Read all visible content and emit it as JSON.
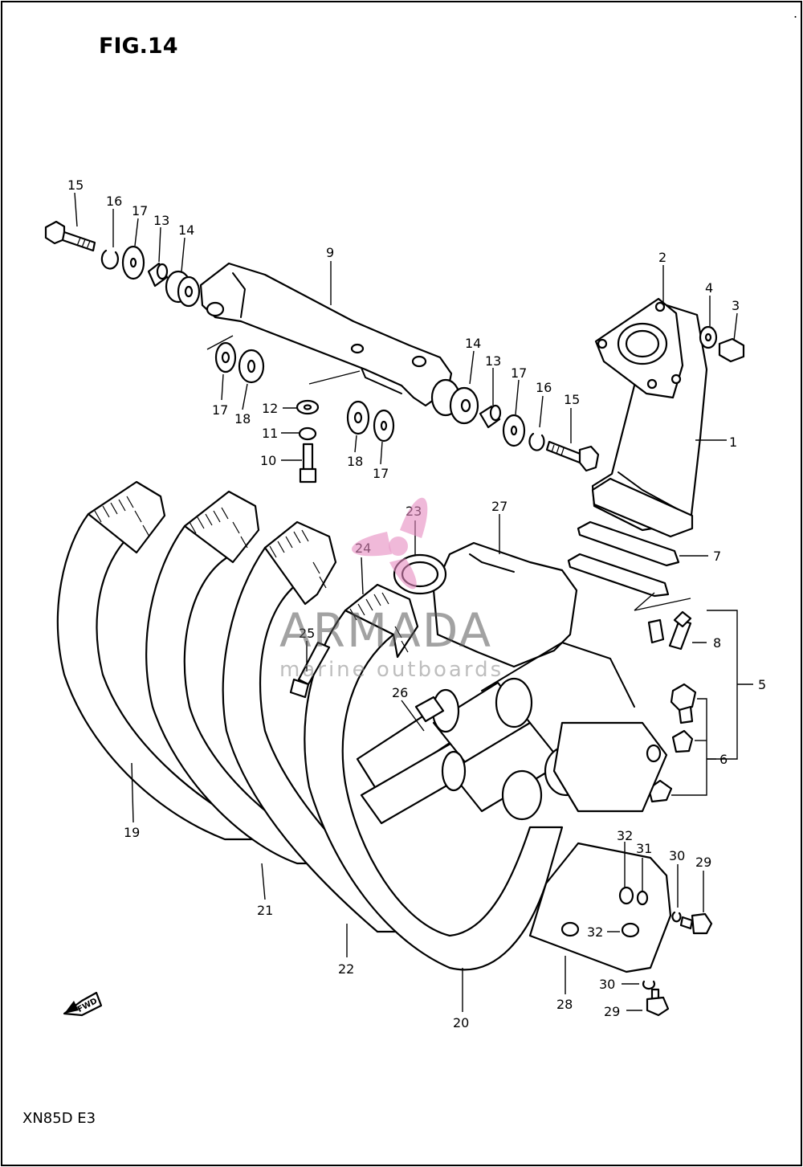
{
  "figure": {
    "title": "FIG.14",
    "model_code": "XN85D  E3",
    "fwd_label": "FWD"
  },
  "watermark": {
    "brand": "ARMADA",
    "tagline": "marine outboards",
    "logo_color": "#e58ac0"
  },
  "callouts": [
    {
      "id": "c15a",
      "label": "15"
    },
    {
      "id": "c16a",
      "label": "16"
    },
    {
      "id": "c17a",
      "label": "17"
    },
    {
      "id": "c13a",
      "label": "13"
    },
    {
      "id": "c14a",
      "label": "14"
    },
    {
      "id": "c9",
      "label": "9"
    },
    {
      "id": "c2",
      "label": "2"
    },
    {
      "id": "c4",
      "label": "4"
    },
    {
      "id": "c3",
      "label": "3"
    },
    {
      "id": "c14b",
      "label": "14"
    },
    {
      "id": "c13b",
      "label": "13"
    },
    {
      "id": "c17b",
      "label": "17"
    },
    {
      "id": "c16b",
      "label": "16"
    },
    {
      "id": "c15b",
      "label": "15"
    },
    {
      "id": "c1",
      "label": "1"
    },
    {
      "id": "c17c",
      "label": "17"
    },
    {
      "id": "c18a",
      "label": "18"
    },
    {
      "id": "c12",
      "label": "12"
    },
    {
      "id": "c11",
      "label": "11"
    },
    {
      "id": "c10",
      "label": "10"
    },
    {
      "id": "c18b",
      "label": "18"
    },
    {
      "id": "c17d",
      "label": "17"
    },
    {
      "id": "c23",
      "label": "23"
    },
    {
      "id": "c27",
      "label": "27"
    },
    {
      "id": "c24",
      "label": "24"
    },
    {
      "id": "c7",
      "label": "7"
    },
    {
      "id": "c25",
      "label": "25"
    },
    {
      "id": "c8",
      "label": "8"
    },
    {
      "id": "c5",
      "label": "5"
    },
    {
      "id": "c26",
      "label": "26"
    },
    {
      "id": "c6",
      "label": "6"
    },
    {
      "id": "c19",
      "label": "19"
    },
    {
      "id": "c32a",
      "label": "32"
    },
    {
      "id": "c31",
      "label": "31"
    },
    {
      "id": "c30a",
      "label": "30"
    },
    {
      "id": "c29a",
      "label": "29"
    },
    {
      "id": "c21",
      "label": "21"
    },
    {
      "id": "c32b",
      "label": "32"
    },
    {
      "id": "c22",
      "label": "22"
    },
    {
      "id": "c30b",
      "label": "30"
    },
    {
      "id": "c28",
      "label": "28"
    },
    {
      "id": "c29b",
      "label": "29"
    },
    {
      "id": "c20",
      "label": "20"
    }
  ]
}
